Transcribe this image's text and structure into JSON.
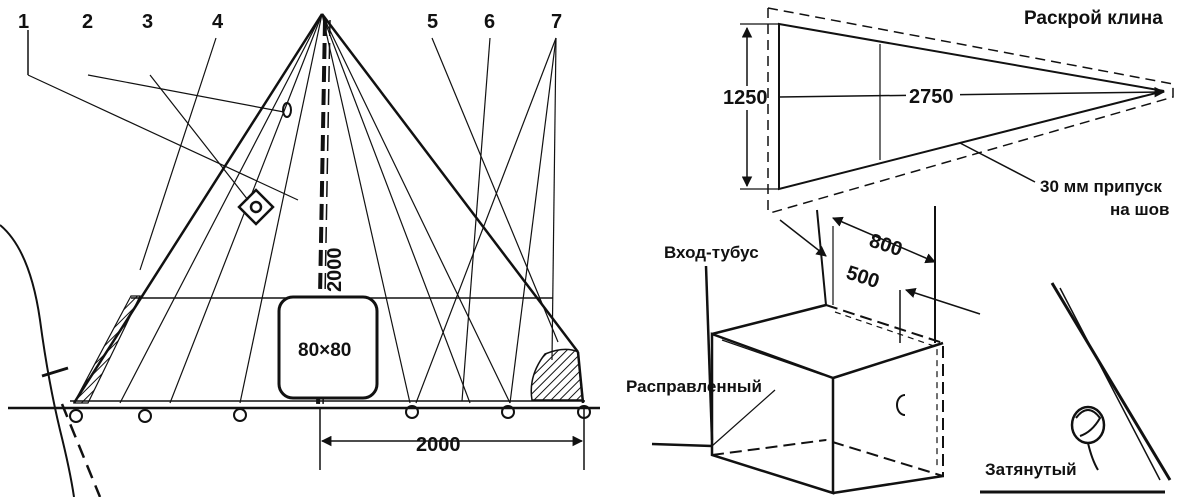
{
  "pyramid": {
    "part_numbers": [
      "1",
      "2",
      "3",
      "4",
      "5",
      "6",
      "7"
    ],
    "height_dim": "2000",
    "window_label": "80×80",
    "base_dim": "2000"
  },
  "wedge": {
    "title": "Раскрой клина",
    "width_dim": "1250",
    "length_dim": "2750",
    "seam_line1": "30 мм припуск",
    "seam_line2": "на шов"
  },
  "tunnel": {
    "entry_label": "Вход-тубус",
    "dim_outer": "800",
    "dim_inner": "500",
    "open_label": "Расправленный",
    "tied_label": "Затянутый"
  }
}
